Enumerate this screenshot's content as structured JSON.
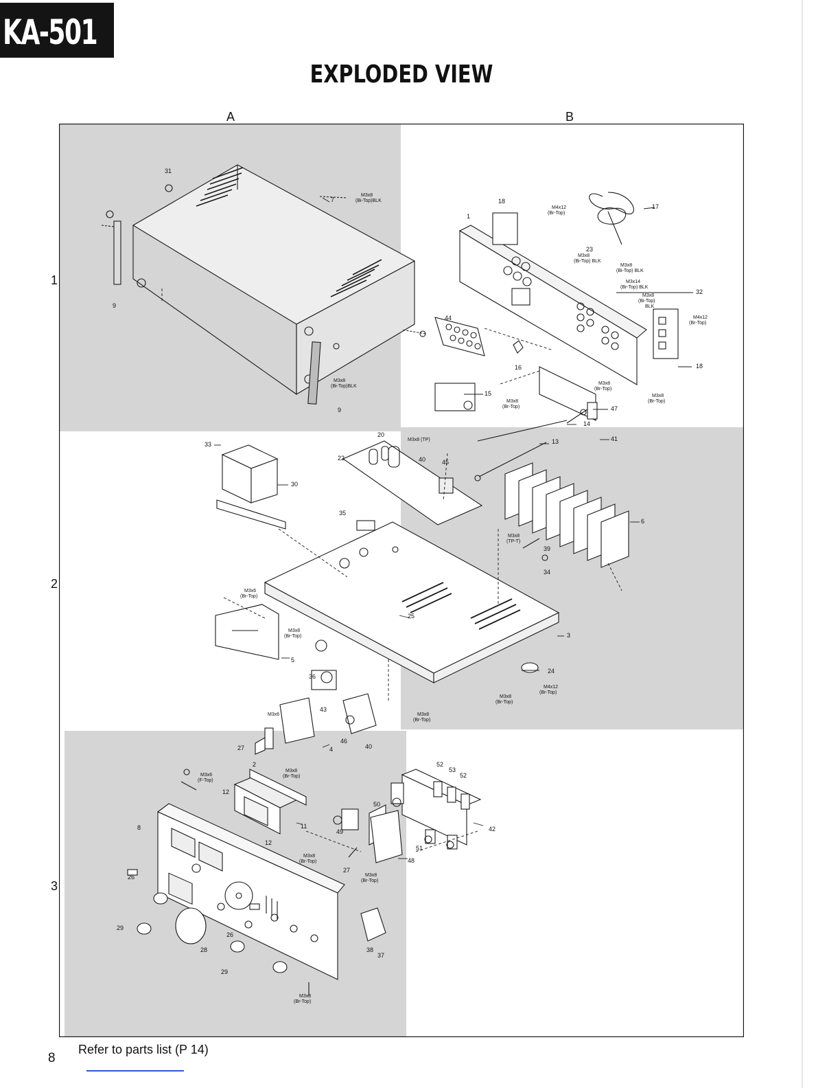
{
  "model": "KA-501",
  "title": "EXPLODED VIEW",
  "columns": [
    "A",
    "B"
  ],
  "rows": [
    "1",
    "2",
    "3"
  ],
  "footer_note": "Refer to parts list (P 14)",
  "page_number": "8",
  "part_labels": {
    "p31": "31",
    "p7": "7",
    "p9a": "9",
    "p9b": "9",
    "p18a": "18",
    "p17": "17",
    "p1": "1",
    "p23": "23",
    "p32": "32",
    "p18b": "18",
    "p44": "44",
    "p16": "16",
    "p15": "15",
    "p47": "47",
    "p14": "14",
    "p33": "33",
    "p30": "30",
    "p20": "20",
    "p22": "22",
    "p40a": "40",
    "p45": "45",
    "p13": "13",
    "p41": "41",
    "p35": "35",
    "p6": "6",
    "p39": "39",
    "p34": "34",
    "p25": "25",
    "p3": "3",
    "p5": "5",
    "p24": "24",
    "p36": "36",
    "p43": "43",
    "p46": "46",
    "p40b": "40",
    "p4": "4",
    "p27a": "27",
    "p2": "2",
    "p12a": "12",
    "p12b": "12",
    "p11": "11",
    "p8": "8",
    "p26a": "26",
    "p29a": "29",
    "p28": "28",
    "p26b": "26",
    "p29b": "29",
    "p49": "49",
    "p50": "50",
    "p52a": "52",
    "p53": "53",
    "p52b": "52",
    "p42": "42",
    "p51": "51",
    "p48": "48",
    "p27b": "27",
    "p38": "38",
    "p37": "37"
  },
  "screw_labels": {
    "s1": [
      "M3x8",
      "(Bi-Top)BLK"
    ],
    "s2": [
      "M3x8",
      "(Bi-Top)BLK"
    ],
    "s3": [
      "M4x12",
      "(Br-Top)"
    ],
    "s4": [
      "M3x8",
      "(Bi-Top) BLK"
    ],
    "s5": [
      "M3x8",
      "(Bi-Top) BLK"
    ],
    "s6": [
      "M3x14",
      "(Br-Top) BLK"
    ],
    "s7": [
      "M3x8",
      "(Bi-Top)",
      "BLK"
    ],
    "s8": [
      "M4x12",
      "(Br-Top)"
    ],
    "s9": [
      "M3x8",
      "(Br-Top)"
    ],
    "s10": [
      "M3x8",
      "(Br-Top)"
    ],
    "s11": [
      "M3x8",
      "(Br-Top)"
    ],
    "s12": [
      "M3x8 (TP)"
    ],
    "s13": [
      "M3x8",
      "(TP-T)"
    ],
    "s14": [
      "M3x6",
      "(Br-Top)"
    ],
    "s15": [
      "M3x8",
      "(Br-Top)"
    ],
    "s16": [
      "M3x8",
      "(Br-Top)"
    ],
    "s17": [
      "M4x12",
      "(Br-Top)"
    ],
    "s18": [
      "M3x8",
      "(Br-Top)"
    ],
    "s19": [
      "M3x6"
    ],
    "s20": [
      "M3x6",
      "(F-Top)"
    ],
    "s21": [
      "M3x8",
      "(Br-Top)"
    ],
    "s22": [
      "M3x8",
      "(Br-Top)"
    ],
    "s23": [
      "M3x8",
      "(Br-Top)"
    ],
    "s24": [
      "M3x8",
      "(Br-Top)"
    ]
  },
  "colors": {
    "shade": "#d5d5d5",
    "ink": "#1a1a1a",
    "badge": "#141414"
  }
}
